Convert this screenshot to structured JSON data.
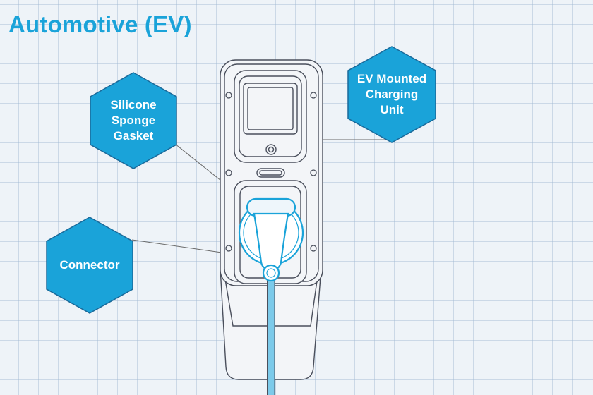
{
  "title": "Automotive (EV)",
  "colors": {
    "accent": "#1aa3d9",
    "callout_fill": "#1aa3d9",
    "callout_stroke": "#1a6a9a",
    "outline": "#4a4f5c",
    "cable": "#7ccaea",
    "leader_line": "#6a6a6a"
  },
  "callouts": {
    "silicone_gasket": "Silicone\nSponge\nGasket",
    "charging_unit": "EV Mounted\nCharging\nUnit",
    "connector": "Connector"
  }
}
